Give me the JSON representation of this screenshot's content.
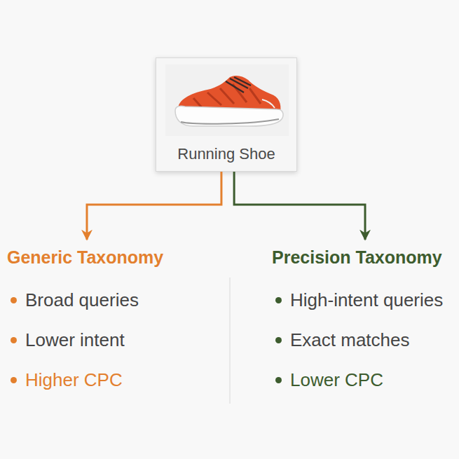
{
  "diagram": {
    "nodes": [
      {
        "text": [
          "Running Shoe"
        ]
      },
      {
        "text": [
          "Generic Taxonomy",
          "Broad queries",
          "Lower intent",
          "Higher CPC"
        ]
      },
      {
        "text": [
          "Precision Taxonomy",
          "High-intent queries",
          "Exact matches",
          "Lower CPC"
        ]
      }
    ],
    "edges": [
      {
        "from": 0,
        "to": 1,
        "arrow": "to"
      },
      {
        "from": 0,
        "to": 2,
        "arrow": "to"
      }
    ]
  }
}
